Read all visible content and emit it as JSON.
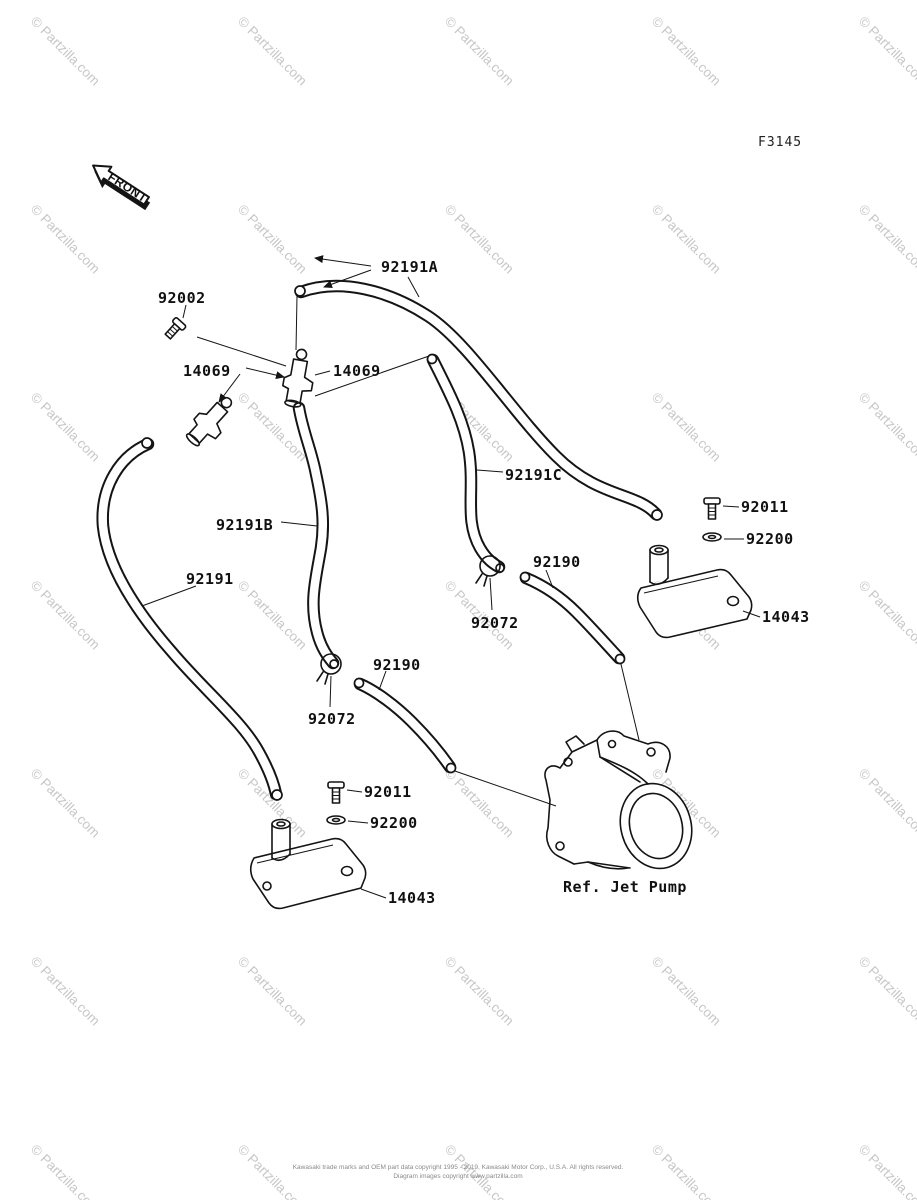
{
  "page": {
    "figure_code": "F3145",
    "front_label": "FRONT",
    "footer": {
      "line1": "Kawasaki trade marks and OEM part data copyright 1995 - 2019, Kawasaki Motor Corp., U.S.A. All rights reserved.",
      "line2": "Diagram images copyright www.partzilla.com"
    }
  },
  "watermark": {
    "text": "© Partzilla.com"
  },
  "callouts": {
    "hose_a": "92191A",
    "screw_fitting": "92002",
    "fitting_left": "14069",
    "fitting_right": "14069",
    "hose_c": "92191C",
    "hose_b": "92191B",
    "hose_main": "92191",
    "hose_short_right": "92190",
    "hose_short_left": "92190",
    "clamp_upper": "92072",
    "clamp_lower": "92072",
    "bolt_right": "92011",
    "bolt_left": "92011",
    "washer_right": "92200",
    "washer_left": "92200",
    "bracket_right": "14043",
    "bracket_left": "14043",
    "jet_pump": "Ref. Jet Pump"
  }
}
